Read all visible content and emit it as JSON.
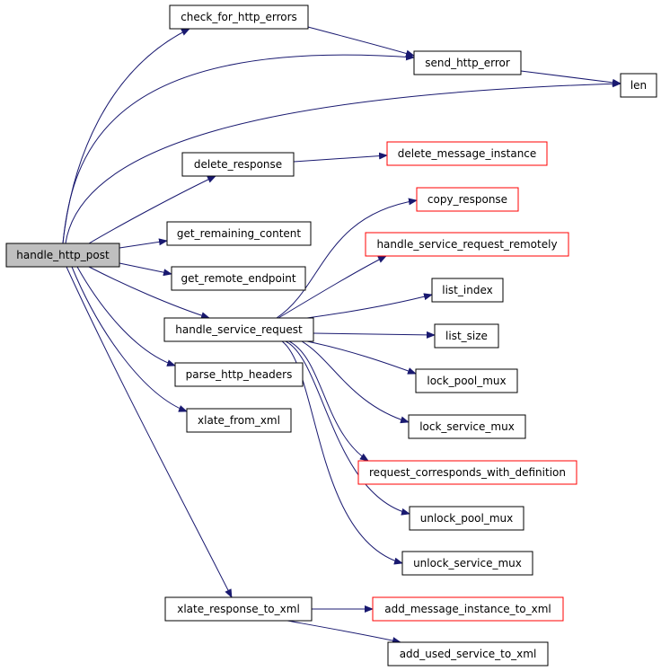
{
  "graph": {
    "colors": {
      "background": "#ffffff",
      "edge": "#191970",
      "border_normal": "#000000",
      "border_external": "#ff0000",
      "fill_root": "#bfbfbf",
      "fill_node": "#ffffff"
    },
    "nodes": [
      {
        "id": "handle_http_post",
        "label": "handle_http_post",
        "style": "root"
      },
      {
        "id": "check_for_http_errors",
        "label": "check_for_http_errors",
        "style": "normal"
      },
      {
        "id": "send_http_error",
        "label": "send_http_error",
        "style": "normal"
      },
      {
        "id": "len",
        "label": "len",
        "style": "normal"
      },
      {
        "id": "delete_response",
        "label": "delete_response",
        "style": "normal"
      },
      {
        "id": "delete_message_instance",
        "label": "delete_message_instance",
        "style": "external"
      },
      {
        "id": "get_remaining_content",
        "label": "get_remaining_content",
        "style": "normal"
      },
      {
        "id": "get_remote_endpoint",
        "label": "get_remote_endpoint",
        "style": "normal"
      },
      {
        "id": "copy_response",
        "label": "copy_response",
        "style": "external"
      },
      {
        "id": "handle_service_request_remotely",
        "label": "handle_service_request_remotely",
        "style": "external"
      },
      {
        "id": "list_index",
        "label": "list_index",
        "style": "normal"
      },
      {
        "id": "handle_service_request",
        "label": "handle_service_request",
        "style": "normal"
      },
      {
        "id": "list_size",
        "label": "list_size",
        "style": "normal"
      },
      {
        "id": "parse_http_headers",
        "label": "parse_http_headers",
        "style": "normal"
      },
      {
        "id": "lock_pool_mux",
        "label": "lock_pool_mux",
        "style": "normal"
      },
      {
        "id": "xlate_from_xml",
        "label": "xlate_from_xml",
        "style": "normal"
      },
      {
        "id": "lock_service_mux",
        "label": "lock_service_mux",
        "style": "normal"
      },
      {
        "id": "request_corresponds_with_definition",
        "label": "request_corresponds_with_definition",
        "style": "external"
      },
      {
        "id": "unlock_pool_mux",
        "label": "unlock_pool_mux",
        "style": "normal"
      },
      {
        "id": "unlock_service_mux",
        "label": "unlock_service_mux",
        "style": "normal"
      },
      {
        "id": "xlate_response_to_xml",
        "label": "xlate_response_to_xml",
        "style": "normal"
      },
      {
        "id": "add_message_instance_to_xml",
        "label": "add_message_instance_to_xml",
        "style": "external"
      },
      {
        "id": "add_used_service_to_xml",
        "label": "add_used_service_to_xml",
        "style": "normal"
      }
    ],
    "edges": [
      {
        "from": "handle_http_post",
        "to": "check_for_http_errors"
      },
      {
        "from": "handle_http_post",
        "to": "send_http_error"
      },
      {
        "from": "handle_http_post",
        "to": "len"
      },
      {
        "from": "handle_http_post",
        "to": "delete_response"
      },
      {
        "from": "handle_http_post",
        "to": "get_remaining_content"
      },
      {
        "from": "handle_http_post",
        "to": "get_remote_endpoint"
      },
      {
        "from": "handle_http_post",
        "to": "handle_service_request"
      },
      {
        "from": "handle_http_post",
        "to": "parse_http_headers"
      },
      {
        "from": "handle_http_post",
        "to": "xlate_from_xml"
      },
      {
        "from": "handle_http_post",
        "to": "xlate_response_to_xml"
      },
      {
        "from": "check_for_http_errors",
        "to": "send_http_error"
      },
      {
        "from": "send_http_error",
        "to": "len"
      },
      {
        "from": "delete_response",
        "to": "delete_message_instance"
      },
      {
        "from": "handle_service_request",
        "to": "copy_response"
      },
      {
        "from": "handle_service_request",
        "to": "handle_service_request_remotely"
      },
      {
        "from": "handle_service_request",
        "to": "list_index"
      },
      {
        "from": "handle_service_request",
        "to": "list_size"
      },
      {
        "from": "handle_service_request",
        "to": "lock_pool_mux"
      },
      {
        "from": "handle_service_request",
        "to": "lock_service_mux"
      },
      {
        "from": "handle_service_request",
        "to": "request_corresponds_with_definition"
      },
      {
        "from": "handle_service_request",
        "to": "unlock_pool_mux"
      },
      {
        "from": "handle_service_request",
        "to": "unlock_service_mux"
      },
      {
        "from": "xlate_response_to_xml",
        "to": "add_message_instance_to_xml"
      },
      {
        "from": "xlate_response_to_xml",
        "to": "add_used_service_to_xml"
      }
    ]
  }
}
